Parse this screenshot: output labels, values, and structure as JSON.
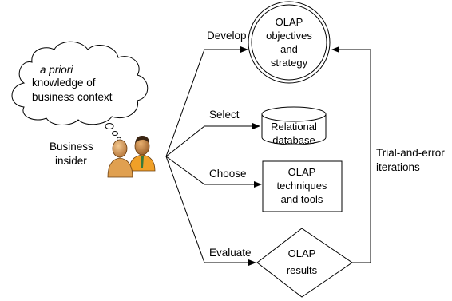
{
  "colors": {
    "ink": "#000000",
    "background": "#ffffff",
    "person_skin": "#d69a55",
    "person_shirt": "#f0a028",
    "person_dark": "#5a3a1e",
    "person_tie": "#3a7a3a"
  },
  "thought_cloud": {
    "line1": "a priori",
    "line2": "knowledge of",
    "line3": "business context"
  },
  "actor": {
    "line1": "Business",
    "line2": "insider",
    "icon": "people-icon"
  },
  "actions": {
    "develop": "Develop",
    "select": "Select",
    "choose": "Choose",
    "evaluate": "Evaluate"
  },
  "nodes": {
    "objectives": {
      "line1": "OLAP",
      "line2": "objectives",
      "line3": "and",
      "line4": "strategy"
    },
    "database": {
      "line1": "Relational",
      "line2": "database"
    },
    "techniques": {
      "line1": "OLAP",
      "line2": "techniques",
      "line3": "and tools"
    },
    "results": {
      "line1": "OLAP",
      "line2": "results"
    }
  },
  "feedback": {
    "line1": "Trial-and-error",
    "line2": "iterations"
  }
}
